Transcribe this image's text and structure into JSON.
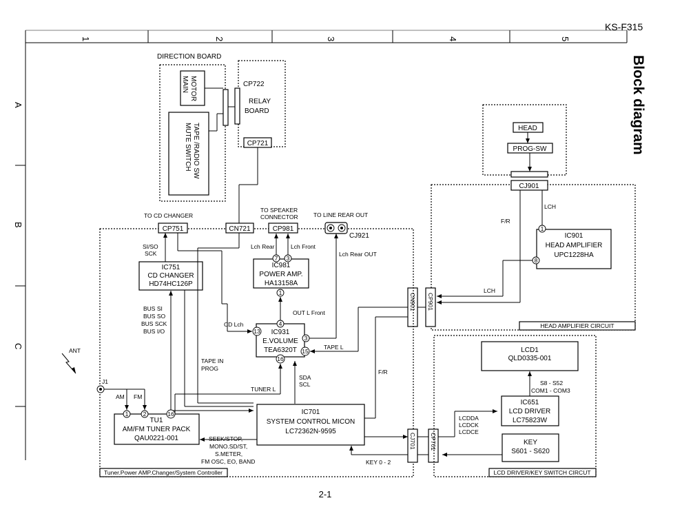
{
  "header": {
    "model": "KS-F315",
    "title": "Block diagram",
    "page_number": "2-1"
  },
  "grid": {
    "columns": [
      "1",
      "2",
      "3",
      "4",
      "5"
    ],
    "rows": [
      "A",
      "B",
      "C"
    ]
  },
  "regions": {
    "direction_board": "DIRECTION BOARD",
    "relay_board": [
      "RELAY",
      "BOARD"
    ],
    "head_amp_circuit": "HEAD AMPLIFIER CIRCUIT",
    "lcd_key_circuit": "LCD DRIVER/KEY SWITCH CIRCUT",
    "main_circuit": "Tuner.Power AMP.Changer/System Controller"
  },
  "blocks": {
    "main_motor": [
      "MAIN",
      "MOTOR"
    ],
    "mute_switch": [
      "MUTE SWITCH",
      "TAPE /RADIO SW"
    ],
    "head": "HEAD",
    "prog_sw": "PROG-SW",
    "ic901": [
      "IC901",
      "HEAD AMPLIFIER",
      "UPC1228HA"
    ],
    "ic751": [
      "IC751",
      "CD CHANGER",
      "HD74HC126P"
    ],
    "ic981": [
      "IC981",
      "POWER AMP.",
      "HA13158A"
    ],
    "ic931": [
      "IC931",
      "E.VOLUME",
      "TEA6320T"
    ],
    "ic701": [
      "IC701",
      "SYSTEM CONTROL MICON",
      "LC72362N-9595"
    ],
    "tu1": [
      "TU1",
      "AM/FM TUNER PACK",
      "QAU0221-001"
    ],
    "lcd1": [
      "LCD1",
      "QLD0335-001"
    ],
    "ic651": [
      "IC651",
      "LCD DRIVER",
      "LC75823W"
    ],
    "key": [
      "KEY",
      "S601 - S620"
    ]
  },
  "connectors": {
    "cp722": "CP722",
    "cp721": "CP721",
    "cj901": "CJ901",
    "cp751": "CP751",
    "cn721": "CN721",
    "cp981": "CP981",
    "cj921": "CJ921",
    "cn901": "CN901",
    "cp901": "CP901",
    "cj701": "CJ701",
    "cp701": "CP701",
    "j1": "J1"
  },
  "labels": {
    "to_cd_changer": "TO CD CHANGER",
    "to_speaker": [
      "TO SPEAKER",
      "CONNECTOR"
    ],
    "to_line_rear": "TO LINE REAR OUT",
    "si_so_sck": [
      "SI/SO",
      "SCK"
    ],
    "lch_rear": "Lch Rear",
    "lch_front": "Lch Front",
    "lch_rear_out": "Lch Rear OUT",
    "out_l_front": "OUT L Front",
    "bus": [
      "BUS SI",
      "BUS SO",
      "BUS SCK",
      "BUS I/O"
    ],
    "cd_lch": "CD Lch",
    "tape_l": "TAPE L",
    "tape_in_prog": [
      "TAPE IN",
      "PROG"
    ],
    "sda_scl": [
      "SDA",
      "SCL"
    ],
    "tuner_l": "TUNER L",
    "fr_1": "F/R",
    "fr_2": "F/R",
    "lch_1": "LCH",
    "lch_2": "LCH",
    "ant": "ANT",
    "am": "AM",
    "fm": "FM",
    "seek_group": [
      "SEEK/STOP,",
      "MONO.SD/ST,",
      "S.METER,",
      "FM OSC, EO, BAND"
    ],
    "key_0_2": "KEY 0 - 2",
    "lcd_signals": [
      "LCDDA",
      "LCDCK",
      "LCDCE"
    ],
    "s_com": [
      "S8 - S52",
      "COM1 - COM3"
    ]
  },
  "pins": {
    "p1": "1",
    "p2": "2",
    "p3": "3",
    "p7": "7",
    "p4": "4",
    "p13": "13",
    "p15": "15",
    "p16": "16",
    "p8": "8"
  }
}
